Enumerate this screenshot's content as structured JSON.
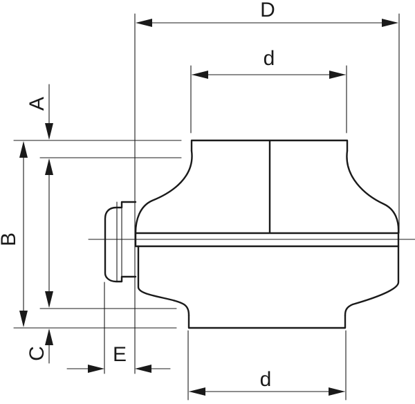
{
  "labels": {
    "D": "D",
    "d_top": "d",
    "d_bottom": "d",
    "A": "A",
    "B": "B",
    "C": "C",
    "E": "E"
  }
}
